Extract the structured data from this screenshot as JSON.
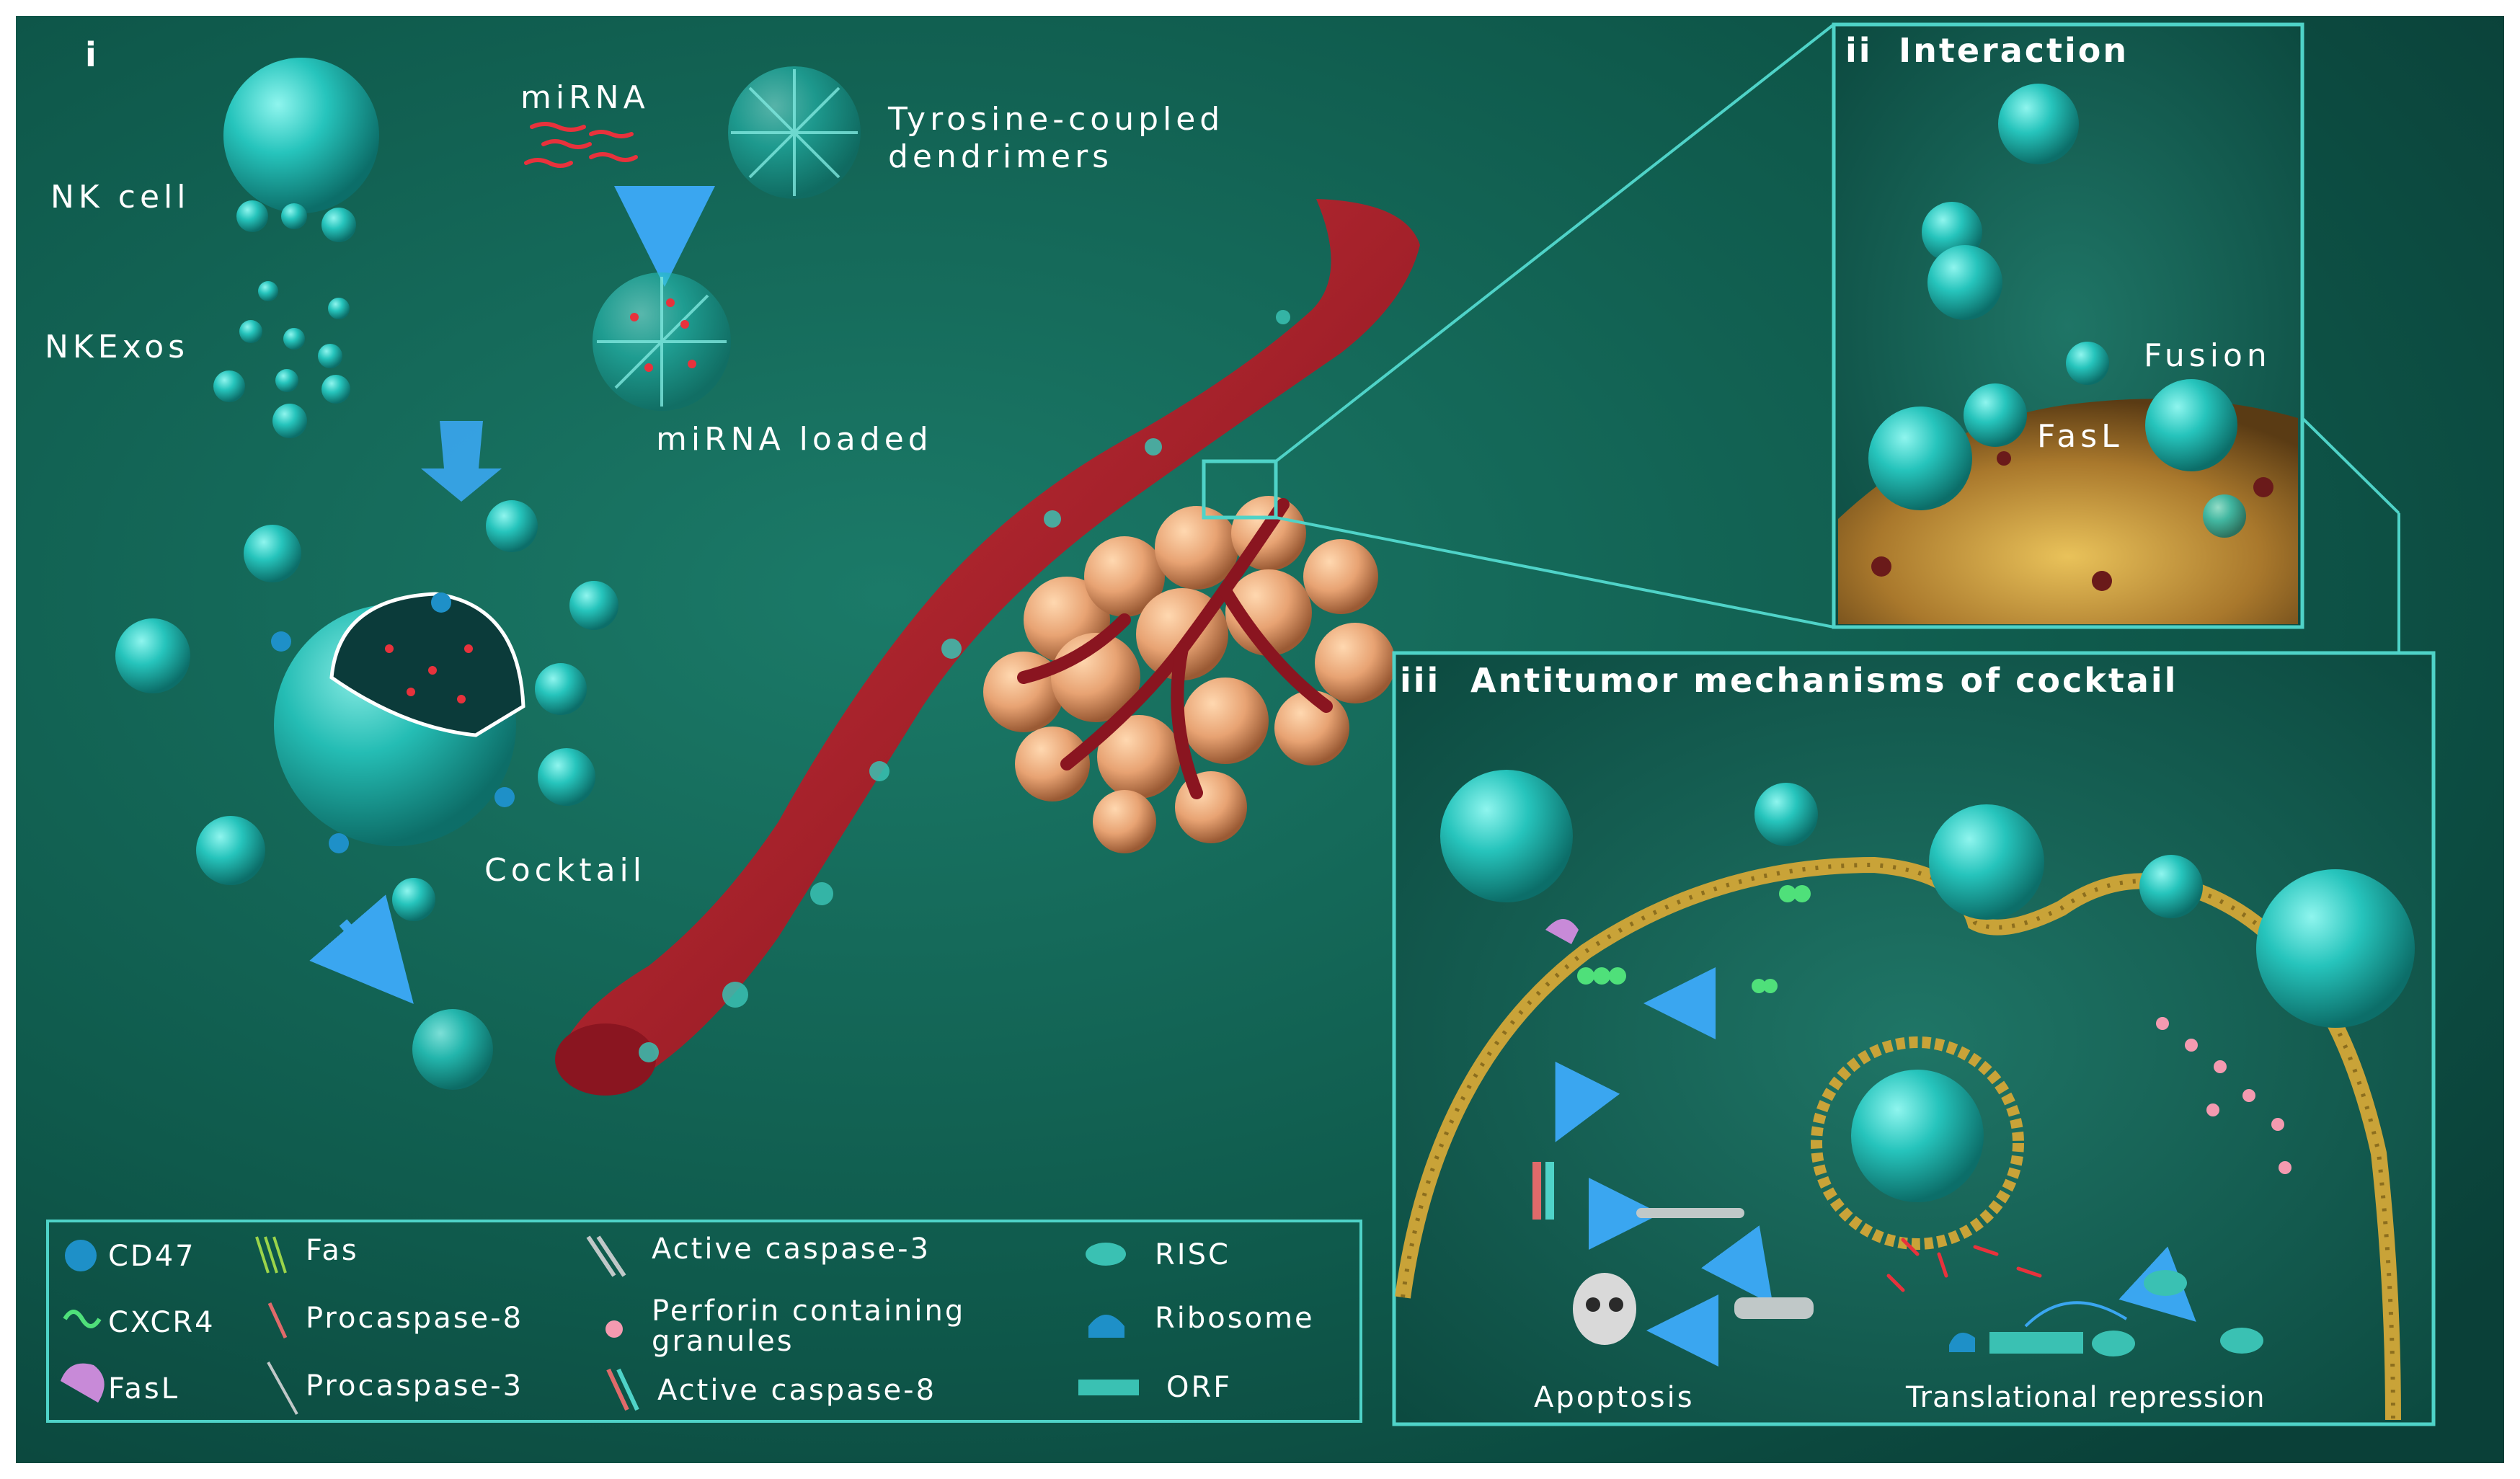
{
  "panels": {
    "i": {
      "tag": "i"
    },
    "ii": {
      "tag": "ii",
      "title": "Interaction"
    },
    "iii": {
      "tag": "iii",
      "title": "Antitumor mechanisms of cocktail"
    }
  },
  "labels": {
    "nk_cell": "NK cell",
    "nkexos": "NKExos",
    "mirna": "miRNA",
    "dendrimers_line1": "Tyrosine-coupled",
    "dendrimers_line2": "dendrimers",
    "mirna_loaded": "miRNA loaded",
    "cocktail": "Cocktail",
    "fusion": "Fusion",
    "fasl": "FasL",
    "apoptosis": "Apoptosis",
    "translational_repression": "Translational repression"
  },
  "legend": [
    {
      "key": "cd47",
      "label": "CD47"
    },
    {
      "key": "cxcr4",
      "label": "CXCR4"
    },
    {
      "key": "fasl",
      "label": "FasL"
    },
    {
      "key": "fas",
      "label": "Fas"
    },
    {
      "key": "procaspase8",
      "label": "Procaspase-8"
    },
    {
      "key": "procaspase3",
      "label": "Procaspase-3"
    },
    {
      "key": "active_caspase3",
      "label": "Active caspase-3"
    },
    {
      "key": "perforin_line1",
      "label": "Perforin containing"
    },
    {
      "key": "perforin_line2",
      "label": "granules"
    },
    {
      "key": "active_caspase8",
      "label": "Active caspase-8"
    },
    {
      "key": "risc",
      "label": "RISC"
    },
    {
      "key": "ribosome",
      "label": "Ribosome"
    },
    {
      "key": "orf",
      "label": "ORF"
    }
  ],
  "colors": {
    "background": "#0f5a4c",
    "teal_sphere": "#26c4bc",
    "vessel": "#b3202a",
    "tumor": "#e8a373",
    "arrow_blue": "#3aa6f0",
    "membrane": "#c9a338",
    "box_border": "#4fd3c8"
  }
}
